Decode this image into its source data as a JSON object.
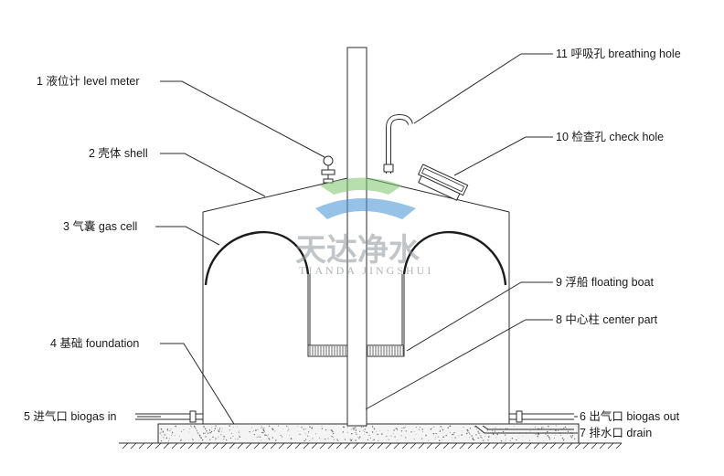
{
  "labels": {
    "l1": "1 液位计 level meter",
    "l2": "2 壳体 shell",
    "l3": "3 气囊 gas cell",
    "l4": "4 基础 foundation",
    "l5": "5 进气口 biogas in",
    "l6": "6 出气口 biogas out",
    "l7": "7 排水口 drain",
    "l8": "8 中心柱 center part",
    "l9": "9 浮船 floating boat",
    "l10": "10 检查孔 check hole",
    "l11": "11 呼吸孔 breathing hole"
  },
  "watermark": {
    "logo_text": "天达净水",
    "logo_pinyin": "TIANDA JINGSHUI",
    "colors": {
      "blue": "#3f8fd6",
      "green": "#7cc46a",
      "grey": "#8f969c"
    }
  }
}
